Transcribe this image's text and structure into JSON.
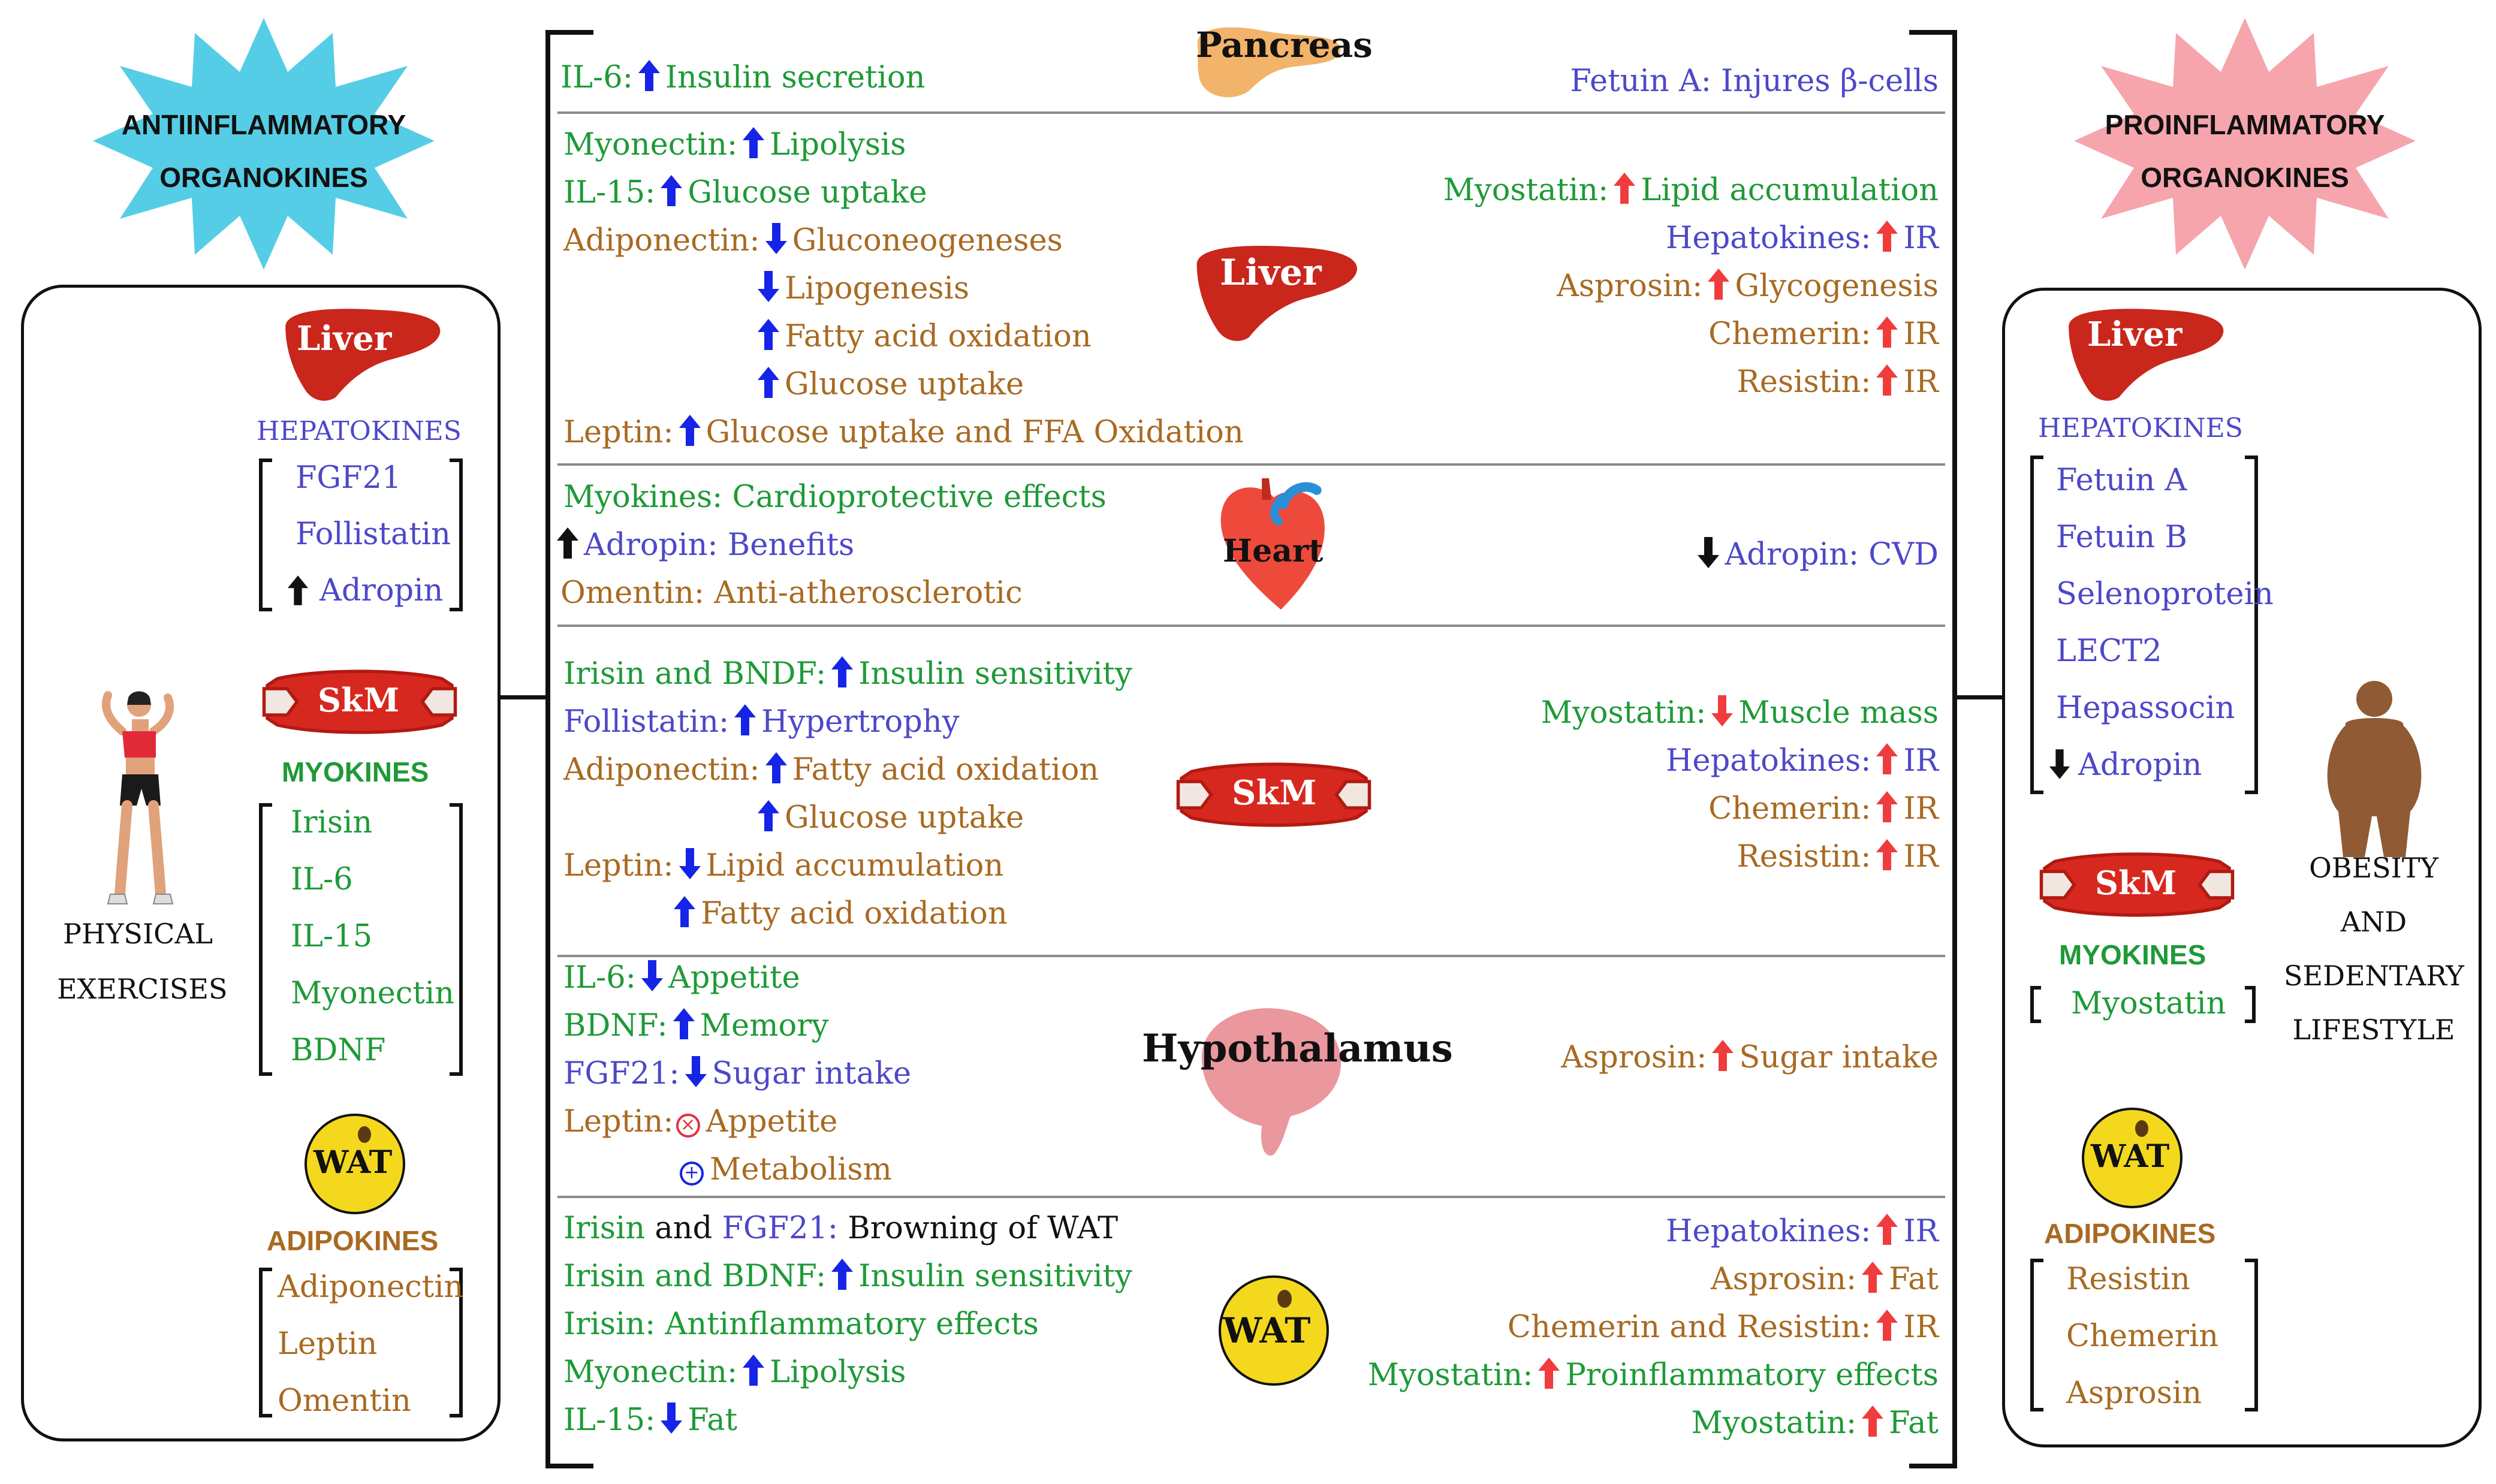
{
  "colors": {
    "green": "#1e9a37",
    "blue": "#4d48c8",
    "orange": "#a86a22",
    "up_blue": "#1524e6",
    "up_red": "#f03c3c",
    "black": "#111111",
    "burst_anti": "#55cde6",
    "burst_pro": "#f6a5ad",
    "liver": "#c9261c",
    "wat": "#f4d81e"
  },
  "bursts": {
    "anti_line1": "ANTIINFLAMMATORY",
    "anti_line2": "ORGANOKINES",
    "pro_line1": "PROINFLAMMATORY",
    "pro_line2": "ORGANOKINES"
  },
  "left_panel": {
    "liver_label": "Liver",
    "hepatokines_title": "HEPATOKINES",
    "hepatokines": [
      "FGF21",
      "Follistatin",
      "Adropin"
    ],
    "skm_label": "SkM",
    "myokines_title": "MYOKINES",
    "myokines": [
      "Irisin",
      "IL-6",
      "IL-15",
      "Myonectin",
      "BDNF"
    ],
    "wat_label": "WAT",
    "adipokines_title": "ADIPOKINES",
    "adipokines": [
      "Adiponectin",
      "Leptin",
      "Omentin"
    ],
    "person_caption_1": "PHYSICAL",
    "person_caption_2": "EXERCISES"
  },
  "right_panel": {
    "liver_label": "Liver",
    "hepatokines_title": "HEPATOKINES",
    "hepatokines": [
      "Fetuin A",
      "Fetuin B",
      "Selenoprotein",
      "LECT2",
      "Hepassocin",
      "Adropin"
    ],
    "skm_label": "SkM",
    "myokines_title": "MYOKINES",
    "myokines": [
      "Myostatin"
    ],
    "wat_label": "WAT",
    "adipokines_title": "ADIPOKINES",
    "adipokines": [
      "Resistin",
      "Chemerin",
      "Asprosin"
    ],
    "caption": [
      "OBESITY",
      "AND",
      "SEDENTARY",
      "LIFESTYLE"
    ]
  },
  "center": {
    "pancreas": {
      "organ": "Pancreas",
      "left": [
        {
          "name": "IL-6:",
          "effect": "Insulin secretion"
        }
      ],
      "right": [
        {
          "text": "Fetuin A: Injures β-cells"
        }
      ]
    },
    "liver": {
      "organ": "Liver",
      "left": [
        {
          "name": "Myonectin:",
          "effect": "Lipolysis"
        },
        {
          "name": "IL-15:",
          "effect": "Glucose uptake"
        },
        {
          "name": "Adiponectin:",
          "effect": "Gluconeogeneses"
        },
        {
          "name": "",
          "effect": "Lipogenesis"
        },
        {
          "name": "",
          "effect": "Fatty acid oxidation"
        },
        {
          "name": "",
          "effect": "Glucose uptake"
        },
        {
          "name": "Leptin:",
          "effect": "Glucose uptake and FFA Oxidation"
        }
      ],
      "right": [
        {
          "name": "Myostatin:",
          "effect": "Lipid accumulation"
        },
        {
          "name": "Hepatokines:",
          "effect": "IR"
        },
        {
          "name": "Asprosin:",
          "effect": "Glycogenesis"
        },
        {
          "name": "Chemerin:",
          "effect": "IR"
        },
        {
          "name": "Resistin:",
          "effect": "IR"
        }
      ]
    },
    "heart": {
      "organ": "Heart",
      "left": [
        {
          "text": "Myokines: Cardioprotective effects"
        },
        {
          "name": "Adropin:",
          "effect": "Benefits"
        },
        {
          "text": "Omentin: Anti-atherosclerotic"
        }
      ],
      "right": [
        {
          "name": "Adropin:",
          "effect": "CVD"
        }
      ]
    },
    "skm": {
      "organ": "SkM",
      "left": [
        {
          "name": "Irisin and BNDF:",
          "effect": "Insulin sensitivity"
        },
        {
          "name": "Follistatin:",
          "effect": "Hypertrophy"
        },
        {
          "name": "Adiponectin:",
          "effect": "Fatty acid oxidation"
        },
        {
          "name": "",
          "effect": "Glucose uptake"
        },
        {
          "name": "Leptin:",
          "effect": "Lipid accumulation"
        },
        {
          "name": "",
          "effect": "Fatty acid oxidation"
        }
      ],
      "right": [
        {
          "name": "Myostatin:",
          "effect": "Muscle mass"
        },
        {
          "name": "Hepatokines:",
          "effect": "IR"
        },
        {
          "name": "Chemerin:",
          "effect": "IR"
        },
        {
          "name": "Resistin:",
          "effect": "IR"
        }
      ]
    },
    "hypothalamus": {
      "organ": "Hypothalamus",
      "left": [
        {
          "name": "IL-6:",
          "effect": "Appetite"
        },
        {
          "name": "BDNF:",
          "effect": "Memory"
        },
        {
          "name": "FGF21:",
          "effect": "Sugar intake"
        },
        {
          "name": "Leptin:",
          "effect": "Appetite"
        },
        {
          "name": "",
          "effect": "Metabolism"
        }
      ],
      "right": [
        {
          "name": "Asprosin:",
          "effect": "Sugar intake"
        }
      ]
    },
    "wat": {
      "organ": "WAT",
      "left": [
        {
          "part1": "Irisin",
          "part2": " and ",
          "part3": "FGF21:",
          "part4": " Browning of WAT"
        },
        {
          "name": "Irisin and BDNF:",
          "effect": "Insulin sensitivity"
        },
        {
          "text": "Irisin: Antinflammatory effects"
        },
        {
          "name": "Myonectin:",
          "effect": "Lipolysis"
        },
        {
          "name": "IL-15:",
          "effect": "Fat"
        }
      ],
      "right": [
        {
          "name": "Hepatokines:",
          "effect": "IR"
        },
        {
          "name": "Asprosin:",
          "effect": "Fat"
        },
        {
          "name": "Chemerin and Resistin:",
          "effect": "IR"
        },
        {
          "name": "Myostatin:",
          "effect": "Proinflammatory effects"
        },
        {
          "name": "Myostatin:",
          "effect": "Fat"
        }
      ]
    }
  }
}
